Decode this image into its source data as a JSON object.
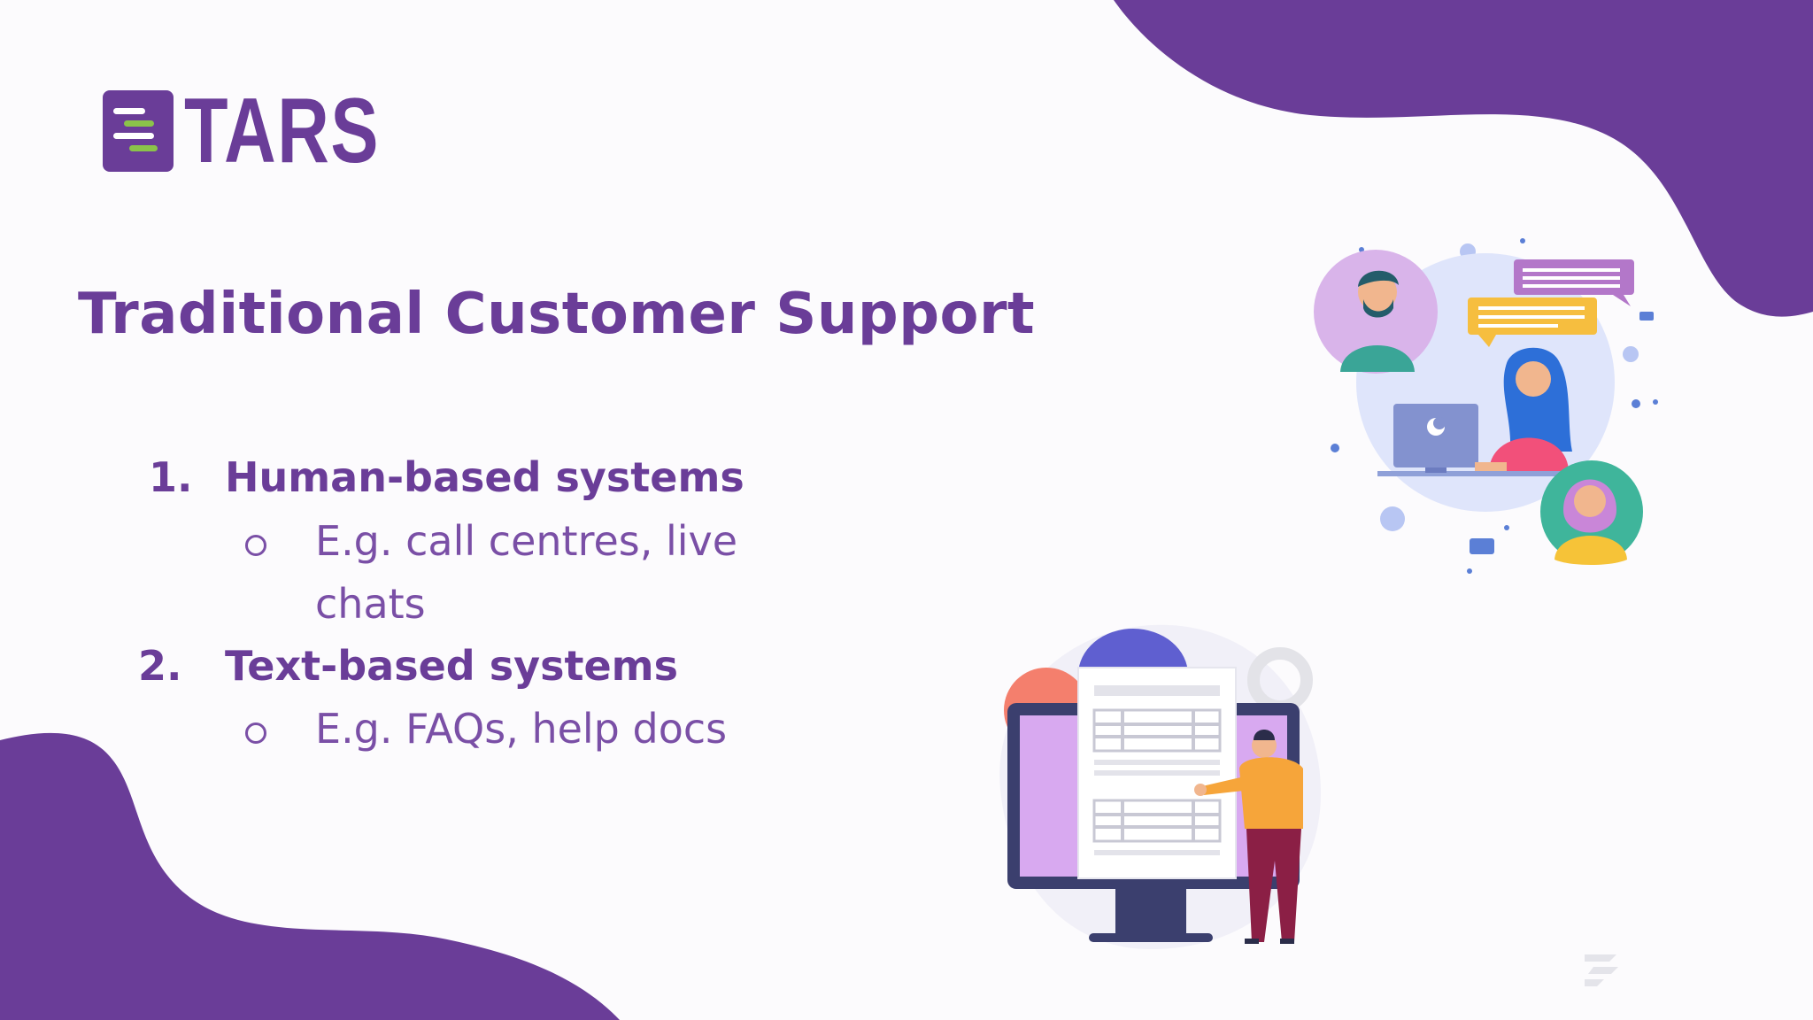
{
  "logo": {
    "text": "TARS"
  },
  "slide": {
    "title": "Traditional Customer Support",
    "list": [
      {
        "number": "1.",
        "label": "Human-based systems",
        "sub": [
          "E.g. call centres, live",
          "chats"
        ]
      },
      {
        "number": "2.",
        "label": "Text-based systems",
        "sub": [
          "E.g. FAQs, help docs"
        ]
      }
    ]
  },
  "colors": {
    "brand": "#6a3d98",
    "accent_green": "#8bc34a",
    "background": "#fcfbfd"
  },
  "icons": [
    "tars-logo-icon",
    "customer-support-illustration",
    "documentation-illustration",
    "watermark-icon"
  ]
}
